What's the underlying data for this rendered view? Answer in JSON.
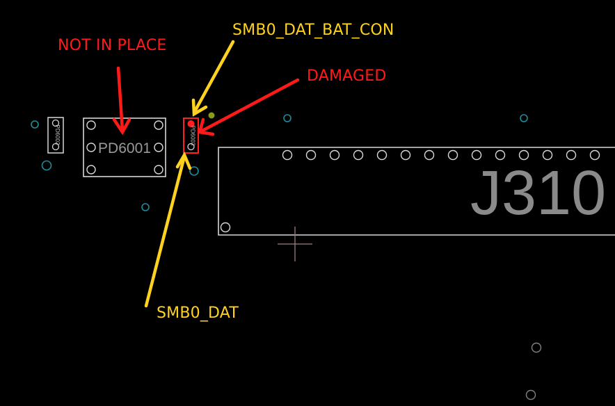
{
  "colors": {
    "background": "#000000",
    "outline": "#d8d8d8",
    "via": "#1f8c9a",
    "red_annotation": "#ff1a1a",
    "yellow_annotation": "#ffd21f",
    "damaged_pad": "#ff2020",
    "cursor": "#9e7f7f"
  },
  "annotations": {
    "not_in_place": "NOT IN PLACE",
    "damaged": "DAMAGED",
    "smb0_dat_bat_con": "SMB0_DAT_BAT_CON",
    "smb0_dat": "SMB0_DAT"
  },
  "components": {
    "left_small": "PD6002",
    "pd6001": "PD6001",
    "damaged_part": "PD6003",
    "connector": "J310"
  }
}
